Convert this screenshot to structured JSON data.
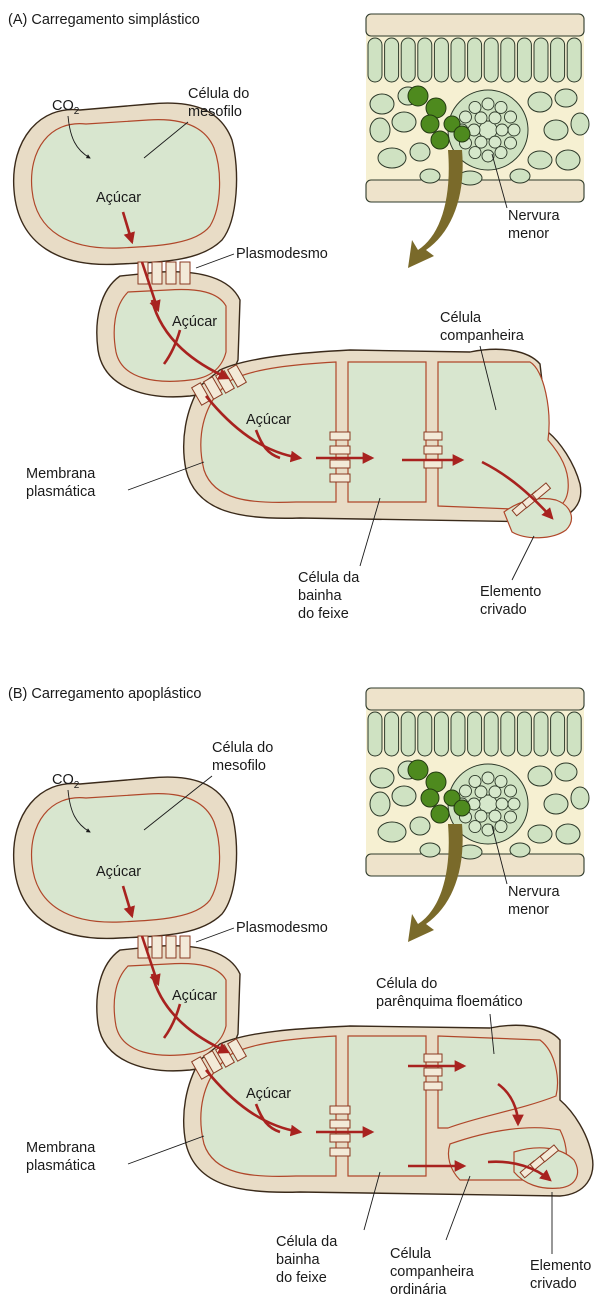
{
  "panel_a": {
    "title": "(A)  Carregamento simplástico",
    "co2": "CO",
    "co2_sub": "2",
    "mesophyll_label": [
      "Célula do",
      "mesofilo"
    ],
    "sugar_1": "Açúcar",
    "sugar_2": "Açúcar",
    "sugar_3": "Açúcar",
    "plasmodesma": "Plasmodesmo",
    "vein_label": [
      "Nervura",
      "menor"
    ],
    "companion_label": [
      "Célula",
      "companheira"
    ],
    "membrane_label": [
      "Membrana",
      "plasmática"
    ],
    "sheath_label": [
      "Célula da",
      "bainha",
      "do feixe"
    ],
    "sieve_label": [
      "Elemento",
      "crivado"
    ]
  },
  "panel_b": {
    "title": "(B)  Carregamento apoplástico",
    "co2": "CO",
    "co2_sub": "2",
    "mesophyll_label": [
      "Célula do",
      "mesofilo"
    ],
    "sugar_1": "Açúcar",
    "sugar_2": "Açúcar",
    "sugar_3": "Açúcar",
    "plasmodesma": "Plasmodesmo",
    "vein_label": [
      "Nervura",
      "menor"
    ],
    "parenchyma_label": [
      "Célula do",
      "parênquima floemático"
    ],
    "membrane_label": [
      "Membrana",
      "plasmática"
    ],
    "sheath_label": [
      "Célula da",
      "bainha",
      "do feixe"
    ],
    "companion_label": [
      "Célula",
      "companheira",
      "ordinária"
    ],
    "sieve_label": [
      "Elemento",
      "crivado"
    ]
  }
}
